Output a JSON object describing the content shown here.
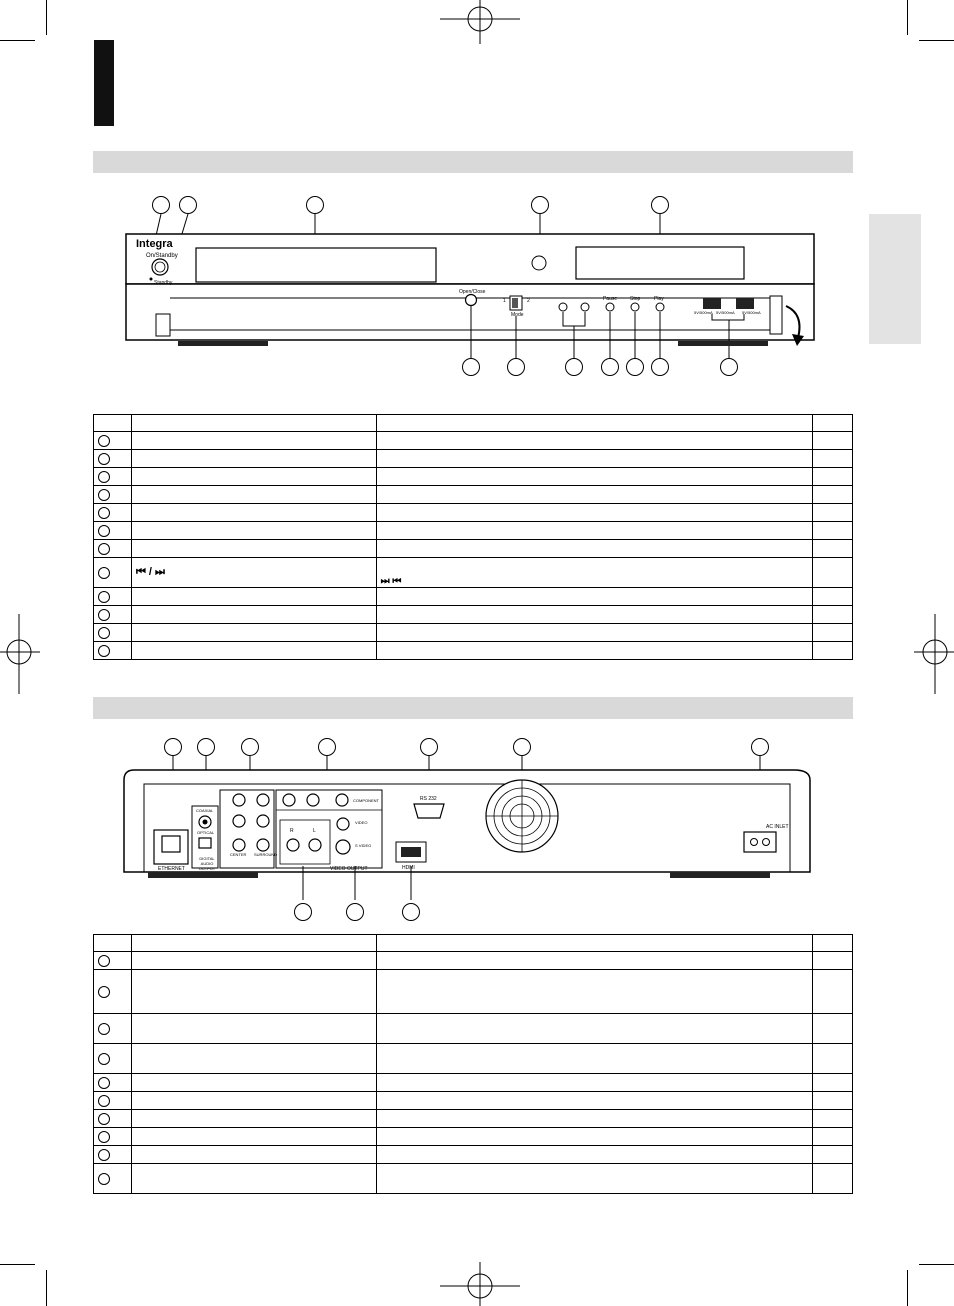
{
  "front_panel": {
    "brand": "Integra",
    "onstandby_label": "On/Standby",
    "standby_label": "Standby",
    "open_close_label": "Open/Close",
    "mode_label": "Mode",
    "mode_pos1": "1",
    "mode_pos2": "2",
    "pause_label": "Pause",
    "stop_label": "Stop",
    "play_label": "Play",
    "usb_left_label": "5V/500mA",
    "usb_mid_label": "5V/500mA",
    "usb_right_label": "5V/500mA"
  },
  "front_table": {
    "rows": [
      {
        "col1": "",
        "col2": ""
      },
      {
        "col1": "",
        "col2": ""
      },
      {
        "col1": "",
        "col2": ""
      },
      {
        "col1": "",
        "col2": ""
      },
      {
        "col1": "",
        "col2": ""
      },
      {
        "col1": "",
        "col2": ""
      },
      {
        "col1": "",
        "col2": ""
      },
      {
        "col1": "⏮ / ⏭",
        "col2": "⏭   ⏮"
      },
      {
        "col1": "",
        "col2": ""
      },
      {
        "col1": "",
        "col2": ""
      },
      {
        "col1": "",
        "col2": ""
      },
      {
        "col1": "",
        "col2": ""
      }
    ]
  },
  "rear_panel": {
    "ethernet_label": "ETHERNET",
    "coaxial_label": "COAXIAL",
    "optical_label": "OPTICAL",
    "digital_audio_label": "DIGITAL AUDIO OUTPUT",
    "center_label": "CENTER",
    "surround_label": "SURROUND",
    "component_label": "COMPONENT",
    "video_label": "VIDEO",
    "svideo_label": "S VIDEO",
    "video_output_label": "VIDEO OUTPUT",
    "rs232_label": "RS 232",
    "hdmi_label": "HDMI",
    "ac_inlet_label": "AC INLET",
    "r_label": "R",
    "l_label": "L"
  },
  "rear_table": {
    "row_count": 10
  }
}
